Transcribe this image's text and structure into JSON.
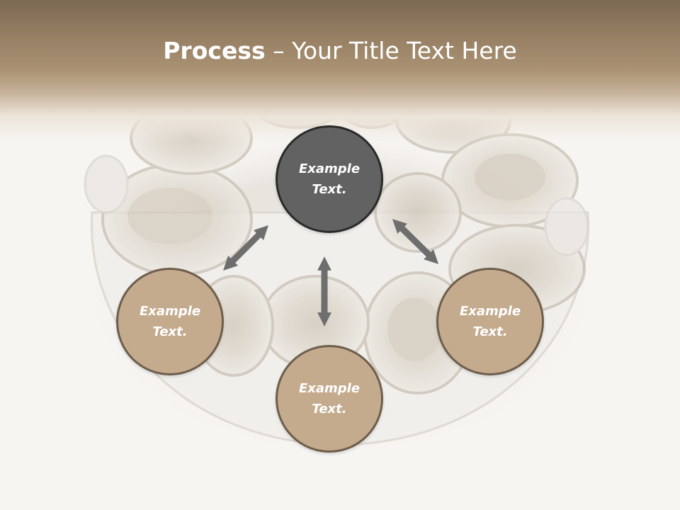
{
  "slide": {
    "title_bold": "Process",
    "title_rest": " – Your Title Text Here"
  },
  "diagram": {
    "center": {
      "line1": "Example",
      "line2": "Text."
    },
    "left": {
      "line1": "Example",
      "line2": "Text."
    },
    "bottom": {
      "line1": "Example",
      "line2": "Text."
    },
    "right": {
      "line1": "Example",
      "line2": "Text."
    }
  },
  "background": {
    "image": "oysters-on-ice-plate"
  },
  "colors": {
    "header": "#9a8266",
    "center_node": "#626262",
    "outer_node": "#c4ab8e",
    "arrow": "#6e6e6e"
  }
}
